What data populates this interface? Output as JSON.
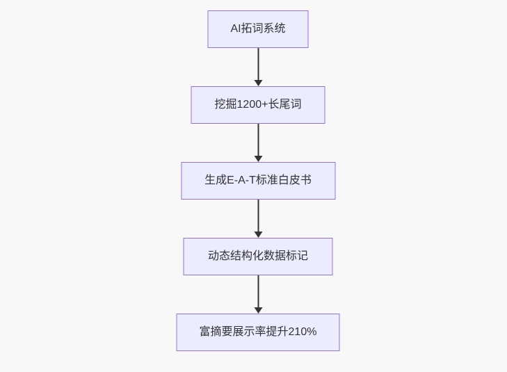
{
  "flowchart": {
    "type": "flowchart",
    "direction": "top-down",
    "nodes": [
      {
        "label": "AI拓词系统"
      },
      {
        "label": "挖掘1200+长尾词"
      },
      {
        "label": "生成E-A-T标准白皮书"
      },
      {
        "label": "动态结构化数据标记"
      },
      {
        "label": "富摘要展示率提升210%"
      }
    ],
    "edges": [
      {
        "from": 0,
        "to": 1,
        "style": "arrow-down"
      },
      {
        "from": 1,
        "to": 2,
        "style": "arrow-down"
      },
      {
        "from": 2,
        "to": 3,
        "style": "arrow-down"
      },
      {
        "from": 3,
        "to": 4,
        "style": "arrow-down"
      }
    ],
    "colors": {
      "node_fill": "#ECECFF",
      "node_border": "#9370DB",
      "edge": "#333333",
      "text": "#333333",
      "background": "#f8f8f8"
    }
  }
}
